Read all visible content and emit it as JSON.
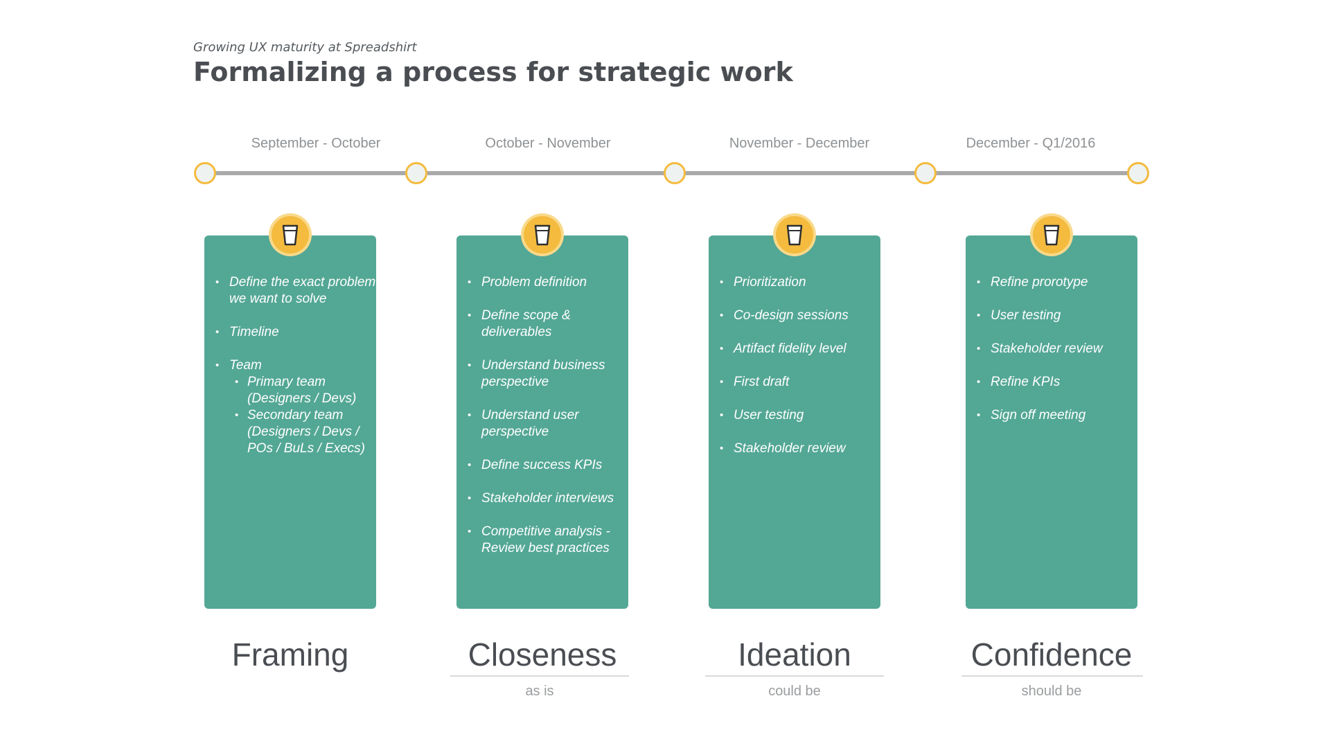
{
  "header": {
    "subtitle": "Growing UX maturity at Spreadshirt",
    "title": "Formalizing a process for strategic work"
  },
  "colors": {
    "card": "#53a795",
    "accent": "#f4bb3e",
    "timeline": "#a9a9a9",
    "text_dark": "#4a4d52",
    "text_muted": "#8e9194"
  },
  "timeline": {
    "periods": [
      "September - October",
      "October - November",
      "November - December",
      "December - Q1/2016"
    ]
  },
  "phases": [
    {
      "name": "Framing",
      "note": "",
      "icon": "cup-icon",
      "items": [
        {
          "text": "Define the exact problem we want to solve"
        },
        {
          "text": "Timeline"
        },
        {
          "text": "Team",
          "sub": [
            "Primary team (Designers / Devs)",
            "Secondary team (Designers / Devs / POs / BuLs / Execs)"
          ]
        }
      ]
    },
    {
      "name": "Closeness",
      "note": "as is",
      "icon": "cup-icon",
      "items": [
        {
          "text": "Problem definition"
        },
        {
          "text": "Define scope & deliverables"
        },
        {
          "text": "Understand business perspective"
        },
        {
          "text": "Understand user perspective"
        },
        {
          "text": "Define success KPIs"
        },
        {
          "text": "Stakeholder interviews"
        },
        {
          "text": "Competitive analysis - Review best practices"
        }
      ]
    },
    {
      "name": "Ideation",
      "note": "could be",
      "icon": "cup-icon",
      "items": [
        {
          "text": "Prioritization"
        },
        {
          "text": "Co-design sessions"
        },
        {
          "text": "Artifact fidelity level"
        },
        {
          "text": "First draft"
        },
        {
          "text": "User testing"
        },
        {
          "text": "Stakeholder review"
        }
      ]
    },
    {
      "name": "Confidence",
      "note": "should be",
      "icon": "cup-icon",
      "items": [
        {
          "text": "Refine prorotype"
        },
        {
          "text": "User testing"
        },
        {
          "text": "Stakeholder review"
        },
        {
          "text": "Refine KPIs"
        },
        {
          "text": "Sign off meeting"
        }
      ]
    }
  ]
}
